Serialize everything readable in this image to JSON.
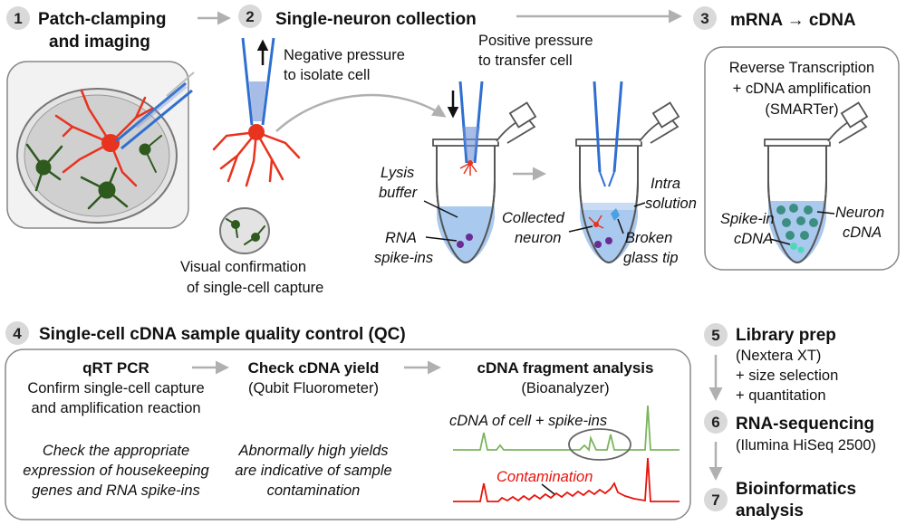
{
  "steps": {
    "s1": {
      "num": "1",
      "title_line1": "Patch-clamping",
      "title_line2": "and imaging"
    },
    "s2": {
      "num": "2",
      "title": "Single-neuron collection"
    },
    "s3": {
      "num": "3",
      "title": "mRNA → cDNA"
    },
    "s4": {
      "num": "4",
      "title": "Single-cell cDNA sample quality control (QC)"
    },
    "s5": {
      "num": "5",
      "title": "Library prep",
      "line1": "(Nextera XT)",
      "line2": "+ size selection",
      "line3": "+ quantitation"
    },
    "s6": {
      "num": "6",
      "title": "RNA-sequencing",
      "line1": "(Ilumina HiSeq 2500)"
    },
    "s7": {
      "num": "7",
      "title_line1": "Bioinformatics",
      "title_line2": "analysis"
    }
  },
  "collection": {
    "neg_pressure_1": "Negative pressure",
    "neg_pressure_2": "to isolate cell",
    "pos_pressure_1": "Positive pressure",
    "pos_pressure_2": "to transfer cell",
    "visual_1": "Visual confirmation",
    "visual_2": "of single-cell capture",
    "lysis_1": "Lysis",
    "lysis_2": "buffer",
    "rna_1": "RNA",
    "rna_2": "spike-ins",
    "collected_1": "Collected",
    "collected_2": "neuron",
    "intra_1": "Intra",
    "intra_2": "solution",
    "broken_1": "Broken",
    "broken_2": "glass tip"
  },
  "rt": {
    "line1": "Reverse Transcription",
    "line2": "+ cDNA amplification",
    "line3": "(SMARTer)",
    "spike_1": "Spike-in",
    "spike_2": "cDNA",
    "neuron_1": "Neuron",
    "neuron_2": "cDNA"
  },
  "qc": {
    "qrt_title": "qRT PCR",
    "qrt_1": "Confirm single-cell capture",
    "qrt_2": "and amplification reaction",
    "qrt_note_1": "Check the appropriate",
    "qrt_note_2": "expression of housekeeping",
    "qrt_note_3": "genes and RNA spike-ins",
    "yield_title": "Check cDNA yield",
    "yield_1": "(Qubit Fluorometer)",
    "yield_note_1": "Abnormally high yields",
    "yield_note_2": "are indicative of sample",
    "yield_note_3": "contamination",
    "frag_title": "cDNA fragment analysis",
    "frag_1": "(Bioanalyzer)",
    "trace_label": "cDNA of cell + spike-ins",
    "contam_label": "Contamination"
  },
  "colors": {
    "pipette": "#2f6fd0",
    "neuron_red": "#e8331e",
    "neuron_green": "#2e5a1e",
    "buffer_blue": "#a9c9ee",
    "spike_purple": "#6a2c91",
    "cdna_teal": "#3c8f80",
    "trace_green": "#7ab55c",
    "trace_red": "#e8140c",
    "arrow_gray": "#b0b0b0",
    "badge_gray": "#d9d9d9"
  }
}
